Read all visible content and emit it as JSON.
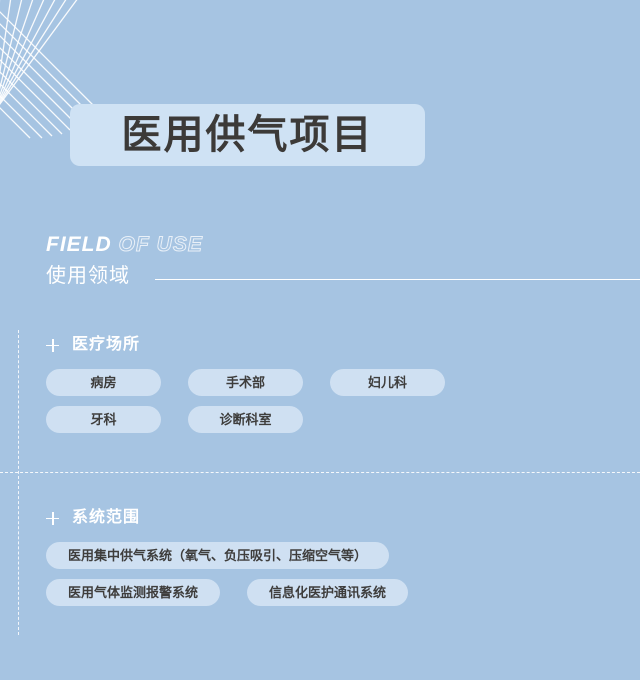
{
  "theme": {
    "background": "#a6c4e2",
    "pill_fill": "#cfe0f2",
    "title_box_fill": "#cfe2f4",
    "text_dark": "#3c3a38",
    "text_light": "#ffffff"
  },
  "header": {
    "title": "医用供气项目"
  },
  "section": {
    "eyebrow_solid": "FIELD",
    "eyebrow_outline": "OF USE",
    "subtitle": "使用领域"
  },
  "groups": [
    {
      "icon": "plus-icon",
      "title": "医疗场所",
      "rows": [
        [
          "病房",
          "手术部",
          "妇儿科"
        ],
        [
          "牙科",
          "诊断科室"
        ]
      ]
    },
    {
      "icon": "plus-icon",
      "title": "系统范围",
      "rows": [
        [
          "医用集中供气系统（氧气、负压吸引、压缩空气等）"
        ],
        [
          "医用气体监测报警系统",
          "信息化医护通讯系统"
        ]
      ]
    }
  ]
}
